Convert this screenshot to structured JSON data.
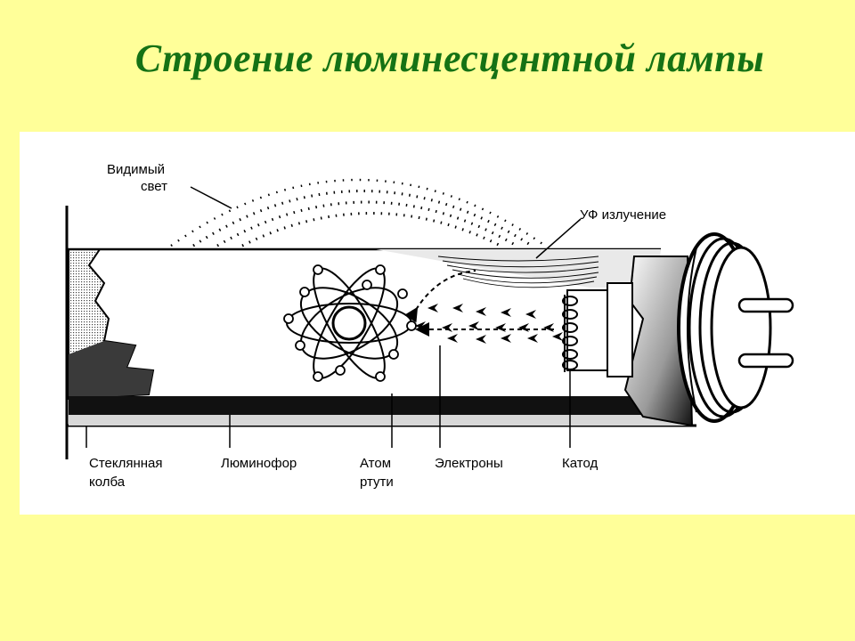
{
  "slide": {
    "title": "Строение люминесцентной лампы",
    "title_color": "#157215",
    "background_color": "#FFFF99"
  },
  "diagram": {
    "labels": {
      "visible_light_line1": "Видимый",
      "visible_light_line2": "свет",
      "uv_radiation": "УФ излучение",
      "glass_bulb_line1": "Стеклянная",
      "glass_bulb_line2": "колба",
      "phosphor": "Люминофор",
      "mercury_atom_line1": "Атом",
      "mercury_atom_line2": "ртути",
      "electrons": "Электроны",
      "cathode": "Катод"
    }
  }
}
